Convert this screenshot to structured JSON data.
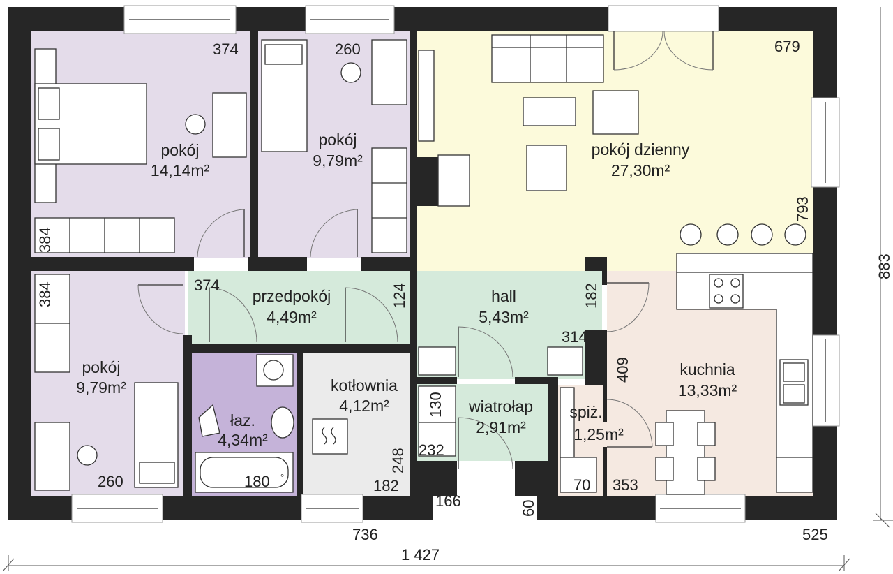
{
  "rooms": [
    {
      "name": "pokój",
      "area": "14,14m²"
    },
    {
      "name": "pokój",
      "area": "9,79m²"
    },
    {
      "name": "pokój dzienny",
      "area": "27,30m²"
    },
    {
      "name": "przedpokój",
      "area": "4,49m²"
    },
    {
      "name": "hall",
      "area": "5,43m²"
    },
    {
      "name": "pokój",
      "area": "9,79m²"
    },
    {
      "name": "łaz.",
      "area": "4,34m²"
    },
    {
      "name": "kotłownia",
      "area": "4,12m²"
    },
    {
      "name": "wiatrołap",
      "area": "2,91m²"
    },
    {
      "name": "spiż.",
      "area": "1,25m²"
    },
    {
      "name": "kuchnia",
      "area": "13,33m²"
    }
  ],
  "dimensions": {
    "bed1_w": "374",
    "bed1_h": "384",
    "bed2_w": "260",
    "living_w": "679",
    "living_h": "793",
    "prz_w": "374",
    "prz_h": "124",
    "hall_h": "182",
    "hall_w": "314",
    "bed3_h": "384",
    "bed3_w": "260",
    "bath": "180",
    "kot_h": "248",
    "kot_w": "182",
    "wiat_h1": "130",
    "wiat_w": "232",
    "kit_h": "409",
    "spiz_w": "70",
    "kit_w": "353",
    "entry_w": "166",
    "entry_h": "60",
    "bottom_mid": "736",
    "bottom_right": "525",
    "total_w": "1 427",
    "total_h": "883"
  },
  "colors": {
    "wall": "#262626",
    "bedroom": "#e4dcea",
    "living": "#fcfadb",
    "hall": "#d5eadb",
    "kitchen": "#f5e9e1",
    "bath": "#c5b3d9",
    "boiler": "#ebebeb"
  }
}
